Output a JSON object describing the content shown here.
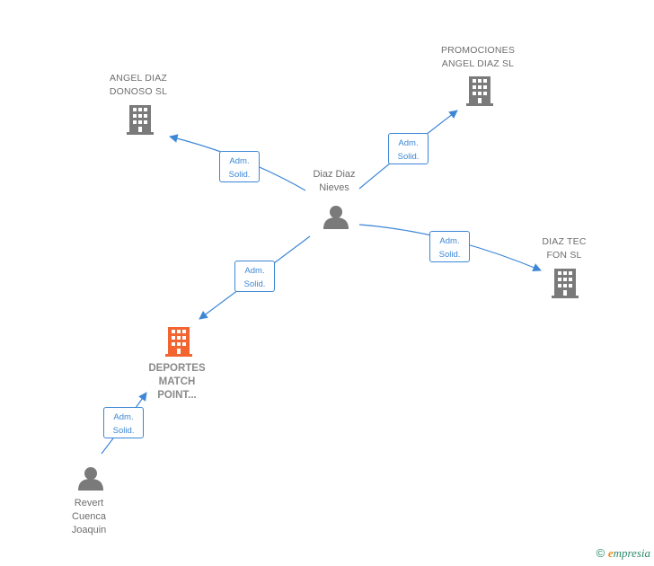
{
  "colors": {
    "edge": "#3d87d6",
    "node_icon": "#7a7a7a",
    "highlight_icon": "#f26430",
    "label": "#6e6e6e"
  },
  "nodes": {
    "center_person": {
      "label": "Diaz Diaz\nNieves",
      "icon": "person-icon"
    },
    "angel_diaz_donoso": {
      "label": "ANGEL DIAZ\nDONOSO SL",
      "icon": "building-icon"
    },
    "promociones_angel_diaz": {
      "label": "PROMOCIONES\nANGEL DIAZ SL",
      "icon": "building-icon"
    },
    "diaz_tec_fon": {
      "label": "DIAZ TEC\nFON SL",
      "icon": "building-icon"
    },
    "deportes_match_point": {
      "label": "DEPORTES\nMATCH\nPOINT...",
      "icon": "building-icon"
    },
    "revert_cuenca": {
      "label": "Revert\nCuenca\nJoaquin",
      "icon": "person-icon"
    }
  },
  "edges": {
    "to_angel_diaz_donoso": "Adm.\nSolid.",
    "to_promociones": "Adm.\nSolid.",
    "to_diaz_tec_fon": "Adm.\nSolid.",
    "to_deportes": "Adm.\nSolid.",
    "revert_to_deportes": "Adm.\nSolid."
  },
  "footer": {
    "copyright": "©",
    "brand_initial": "e",
    "brand_rest": "mpresia"
  }
}
